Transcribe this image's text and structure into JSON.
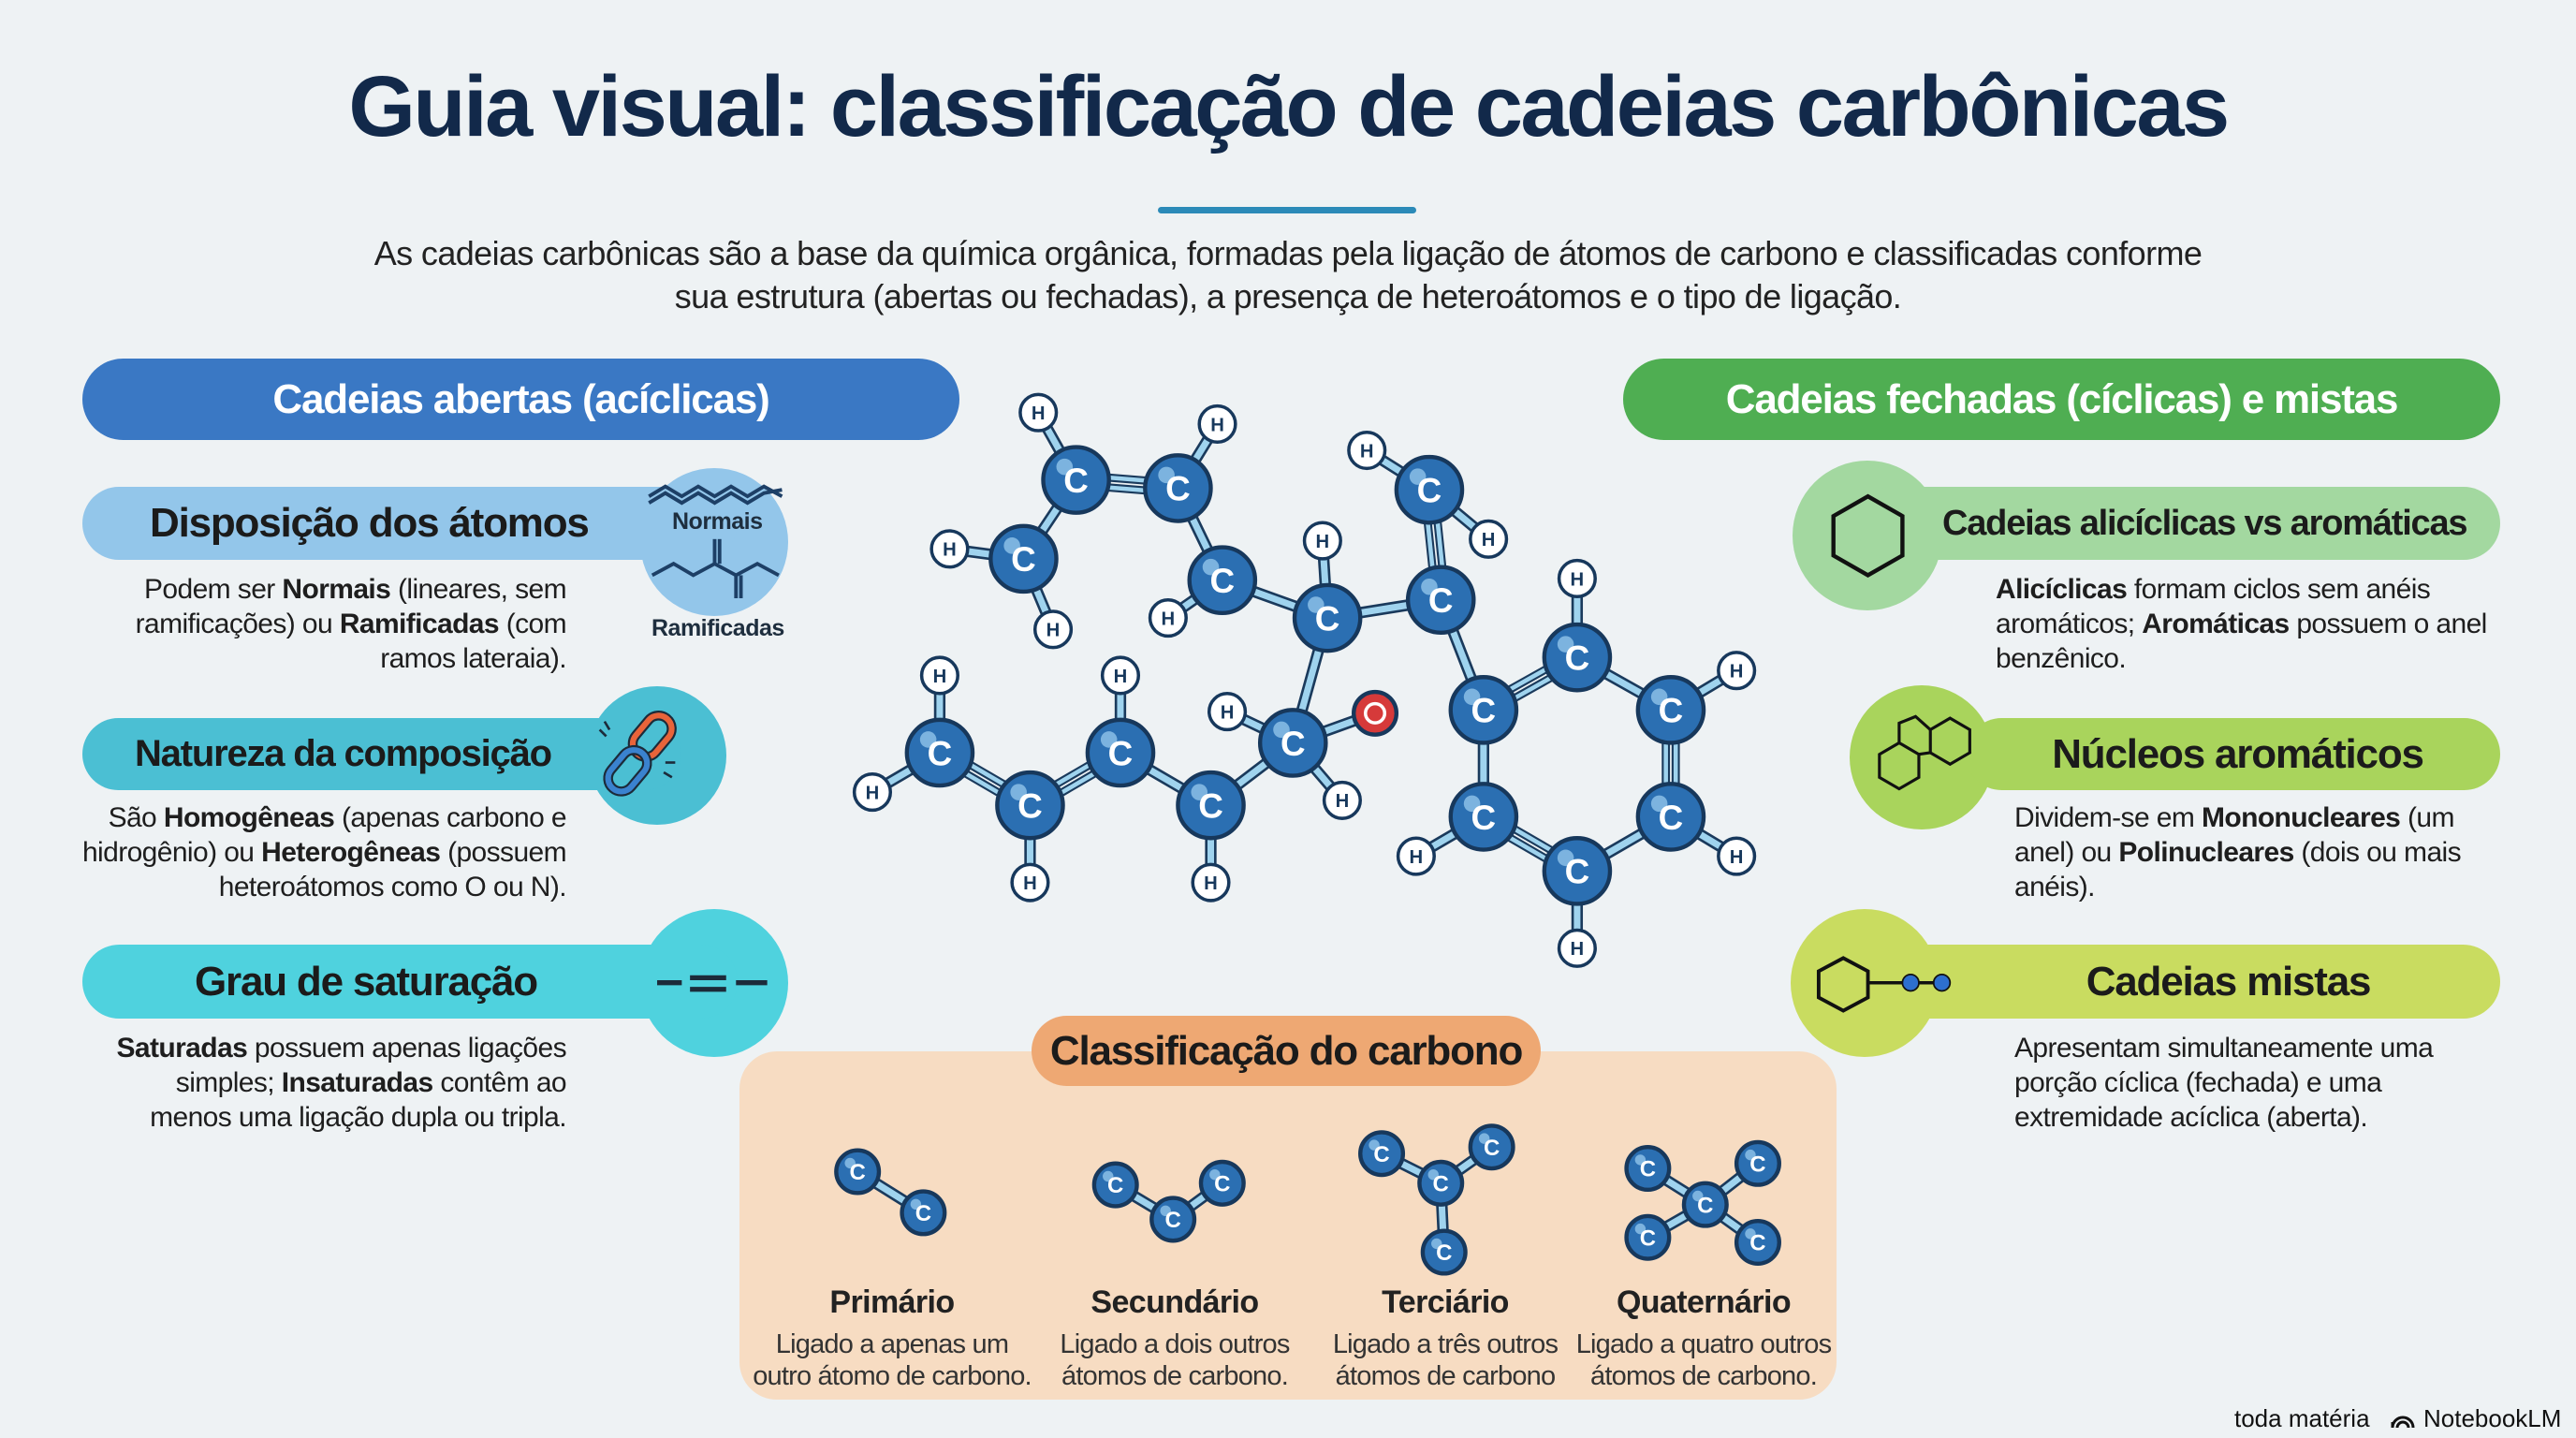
{
  "title": "Guia visual: classificação de cadeias carbônicas",
  "subtitle": {
    "line1": "As cadeias carbônicas são a base da química orgânica, formadas pela ligação de átomos de carbono e classificadas conforme",
    "line2": "sua estrutura (abertas ou fechadas), a presença de heteroátomos e o tipo de ligação."
  },
  "left": {
    "header": "Cadeias abertas (acíclicas)",
    "sections": [
      {
        "title": "Disposição dos átomos",
        "icon": "chain-structure-icon",
        "icon_labels": [
          "Normais",
          "Ramificadas"
        ],
        "desc": [
          [
            {
              "t": "Podem ser "
            },
            {
              "t": "Normais",
              "b": true
            },
            {
              "t": " (lineares, sem"
            }
          ],
          [
            {
              "t": "ramificações) ou "
            },
            {
              "t": "Ramificadas",
              "b": true
            },
            {
              "t": " (com"
            }
          ],
          [
            {
              "t": "ramos lateraia)."
            }
          ]
        ]
      },
      {
        "title": "Natureza da composição",
        "icon": "broken-link-icon",
        "desc": [
          [
            {
              "t": "São "
            },
            {
              "t": "Homogêneas",
              "b": true
            },
            {
              "t": " (apenas carbono e"
            }
          ],
          [
            {
              "t": "hidrogênio) ou "
            },
            {
              "t": "Heterogêneas",
              "b": true
            },
            {
              "t": " (possuem"
            }
          ],
          [
            {
              "t": "heteroátomos como O ou N)."
            }
          ]
        ]
      },
      {
        "title": "Grau de saturação",
        "icon": "double-bond-icon",
        "desc": [
          [
            {
              "t": "Saturadas",
              "b": true
            },
            {
              "t": " possuem apenas ligações"
            }
          ],
          [
            {
              "t": "simples; "
            },
            {
              "t": "Insaturadas",
              "b": true
            },
            {
              "t": " contêm ao"
            }
          ],
          [
            {
              "t": "menos uma ligação dupla ou tripla."
            }
          ]
        ]
      }
    ]
  },
  "right": {
    "header": "Cadeias fechadas (cíclicas) e mistas",
    "sections": [
      {
        "title": "Cadeias alicíclicas vs aromáticas",
        "icon": "hexagon-ring-icon",
        "desc": [
          [
            {
              "t": "Alicíclicas",
              "b": true
            },
            {
              "t": " formam ciclos sem anéis"
            }
          ],
          [
            {
              "t": "aromáticos; "
            },
            {
              "t": "Aromáticas",
              "b": true
            },
            {
              "t": " possuem o anel"
            }
          ],
          [
            {
              "t": "benzênico."
            }
          ]
        ]
      },
      {
        "title": "Núcleos aromáticos",
        "icon": "polycyclic-ring-icon",
        "desc": [
          [
            {
              "t": "Dividem-se em "
            },
            {
              "t": "Mononucleares",
              "b": true
            },
            {
              "t": " (um"
            }
          ],
          [
            {
              "t": "anel) ou "
            },
            {
              "t": "Polinucleares",
              "b": true
            },
            {
              "t": " (dois ou mais"
            }
          ],
          [
            {
              "t": "anéis)."
            }
          ]
        ]
      },
      {
        "title": "Cadeias mistas",
        "icon": "benzene-with-chain-icon",
        "desc": [
          [
            {
              "t": "Apresentam simultaneamente uma"
            }
          ],
          [
            {
              "t": "porção cíclica (fechada) e uma"
            }
          ],
          [
            {
              "t": "extremidade acíclica (aberta)."
            }
          ]
        ]
      }
    ]
  },
  "carbon": {
    "header": "Classificação do carbono",
    "types": [
      {
        "name": "Primário",
        "desc1": "Ligado a apenas um",
        "desc2": "outro átomo de carbono."
      },
      {
        "name": "Secundário",
        "desc1": "Ligado a dois outros",
        "desc2": "átomos de carbono."
      },
      {
        "name": "Terciário",
        "desc1": "Ligado a três outros",
        "desc2": "átomos de carbono"
      },
      {
        "name": "Quaternário",
        "desc1": "Ligado a quatro outros",
        "desc2": "átomos de carbono."
      }
    ]
  },
  "molecule": {
    "carbon_symbol": "C",
    "hydrogen_symbol": "H"
  },
  "footer": {
    "brand1": "toda matéria",
    "brand2": "NotebookLM"
  },
  "colors": {
    "title": "#12294a",
    "blue_header": "#3a78c4",
    "green_header": "#4fae52",
    "disposicao": "#93c6ea",
    "natureza": "#4bbfd3",
    "saturacao": "#4fd2de",
    "aliciclicas": "#a3d8a0",
    "nucleos": "#a9d45c",
    "mistas": "#c9dc60",
    "carbon_box": "#f7dcc2",
    "carbon_header": "#eea873",
    "atom": "#2b6fb2",
    "oxygen": "#d63a3a"
  }
}
